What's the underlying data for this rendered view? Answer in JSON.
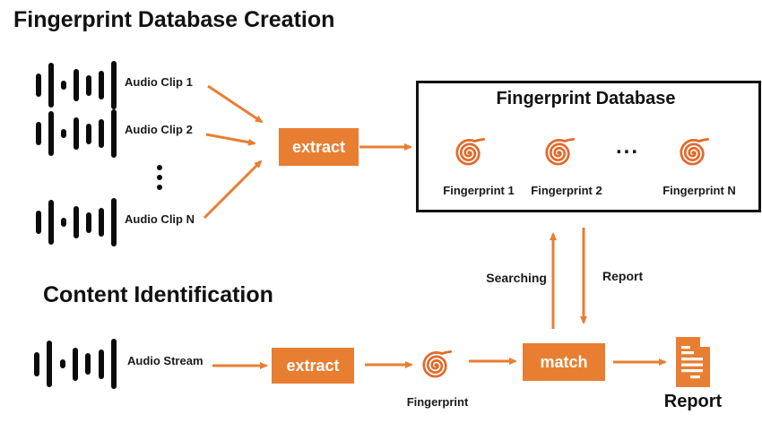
{
  "colors": {
    "accent_orange": "#E87E31",
    "spiral_orange": "#E26A2B",
    "text_dark": "#1a1a1a",
    "box_border": "#111111"
  },
  "top_section": {
    "title": "Fingerprint Database Creation",
    "audio_clips": [
      {
        "label": "Audio Clip 1"
      },
      {
        "label": "Audio Clip 2"
      },
      {
        "label": "Audio Clip N"
      }
    ],
    "extract_label": "extract",
    "database": {
      "title": "Fingerprint Database",
      "ellipsis": "...",
      "fingerprints": [
        {
          "label": "Fingerprint 1"
        },
        {
          "label": "Fingerprint 2"
        },
        {
          "label": "Fingerprint N"
        }
      ]
    }
  },
  "middle": {
    "searching_label": "Searching",
    "report_label": "Report"
  },
  "bottom_section": {
    "title": "Content Identification",
    "audio_stream_label": "Audio Stream",
    "extract_label": "extract",
    "fingerprint_label": "Fingerprint",
    "match_label": "match",
    "report_label": "Report"
  }
}
